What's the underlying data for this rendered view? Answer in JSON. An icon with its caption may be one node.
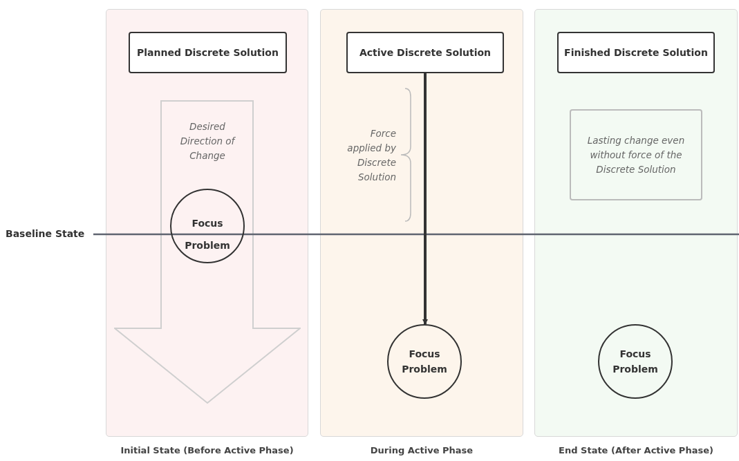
{
  "diagram": {
    "nodes": [
      {
        "text": [
          "Initial State (Before Active Phase)"
        ]
      },
      {
        "text": [
          "Planned Discrete Solution"
        ],
        "in": 0
      },
      {
        "text": [
          "Desired Direction of Change"
        ],
        "in": 0
      },
      {
        "text": [
          "Focus Problem"
        ],
        "in": 2
      },
      {
        "text": [
          "During Active Phase"
        ]
      },
      {
        "text": [
          "Active Discrete Solution"
        ],
        "in": 4
      },
      {
        "text": [
          "Focus Problem"
        ],
        "in": 4
      },
      {
        "text": [
          "End State (After Active Phase)"
        ]
      },
      {
        "text": [
          "Finished Discrete Solution"
        ],
        "in": 7
      },
      {
        "text": [
          "Lasting change even without force of the Discrete Solution"
        ],
        "in": 7
      },
      {
        "text": [
          "Focus Problem"
        ],
        "in": 7
      }
    ],
    "edges": [
      {
        "from": 5,
        "to": 6,
        "arrow": "to"
      }
    ],
    "labels": [
      "Baseline State",
      "Force applied by Discrete Solution"
    ]
  }
}
